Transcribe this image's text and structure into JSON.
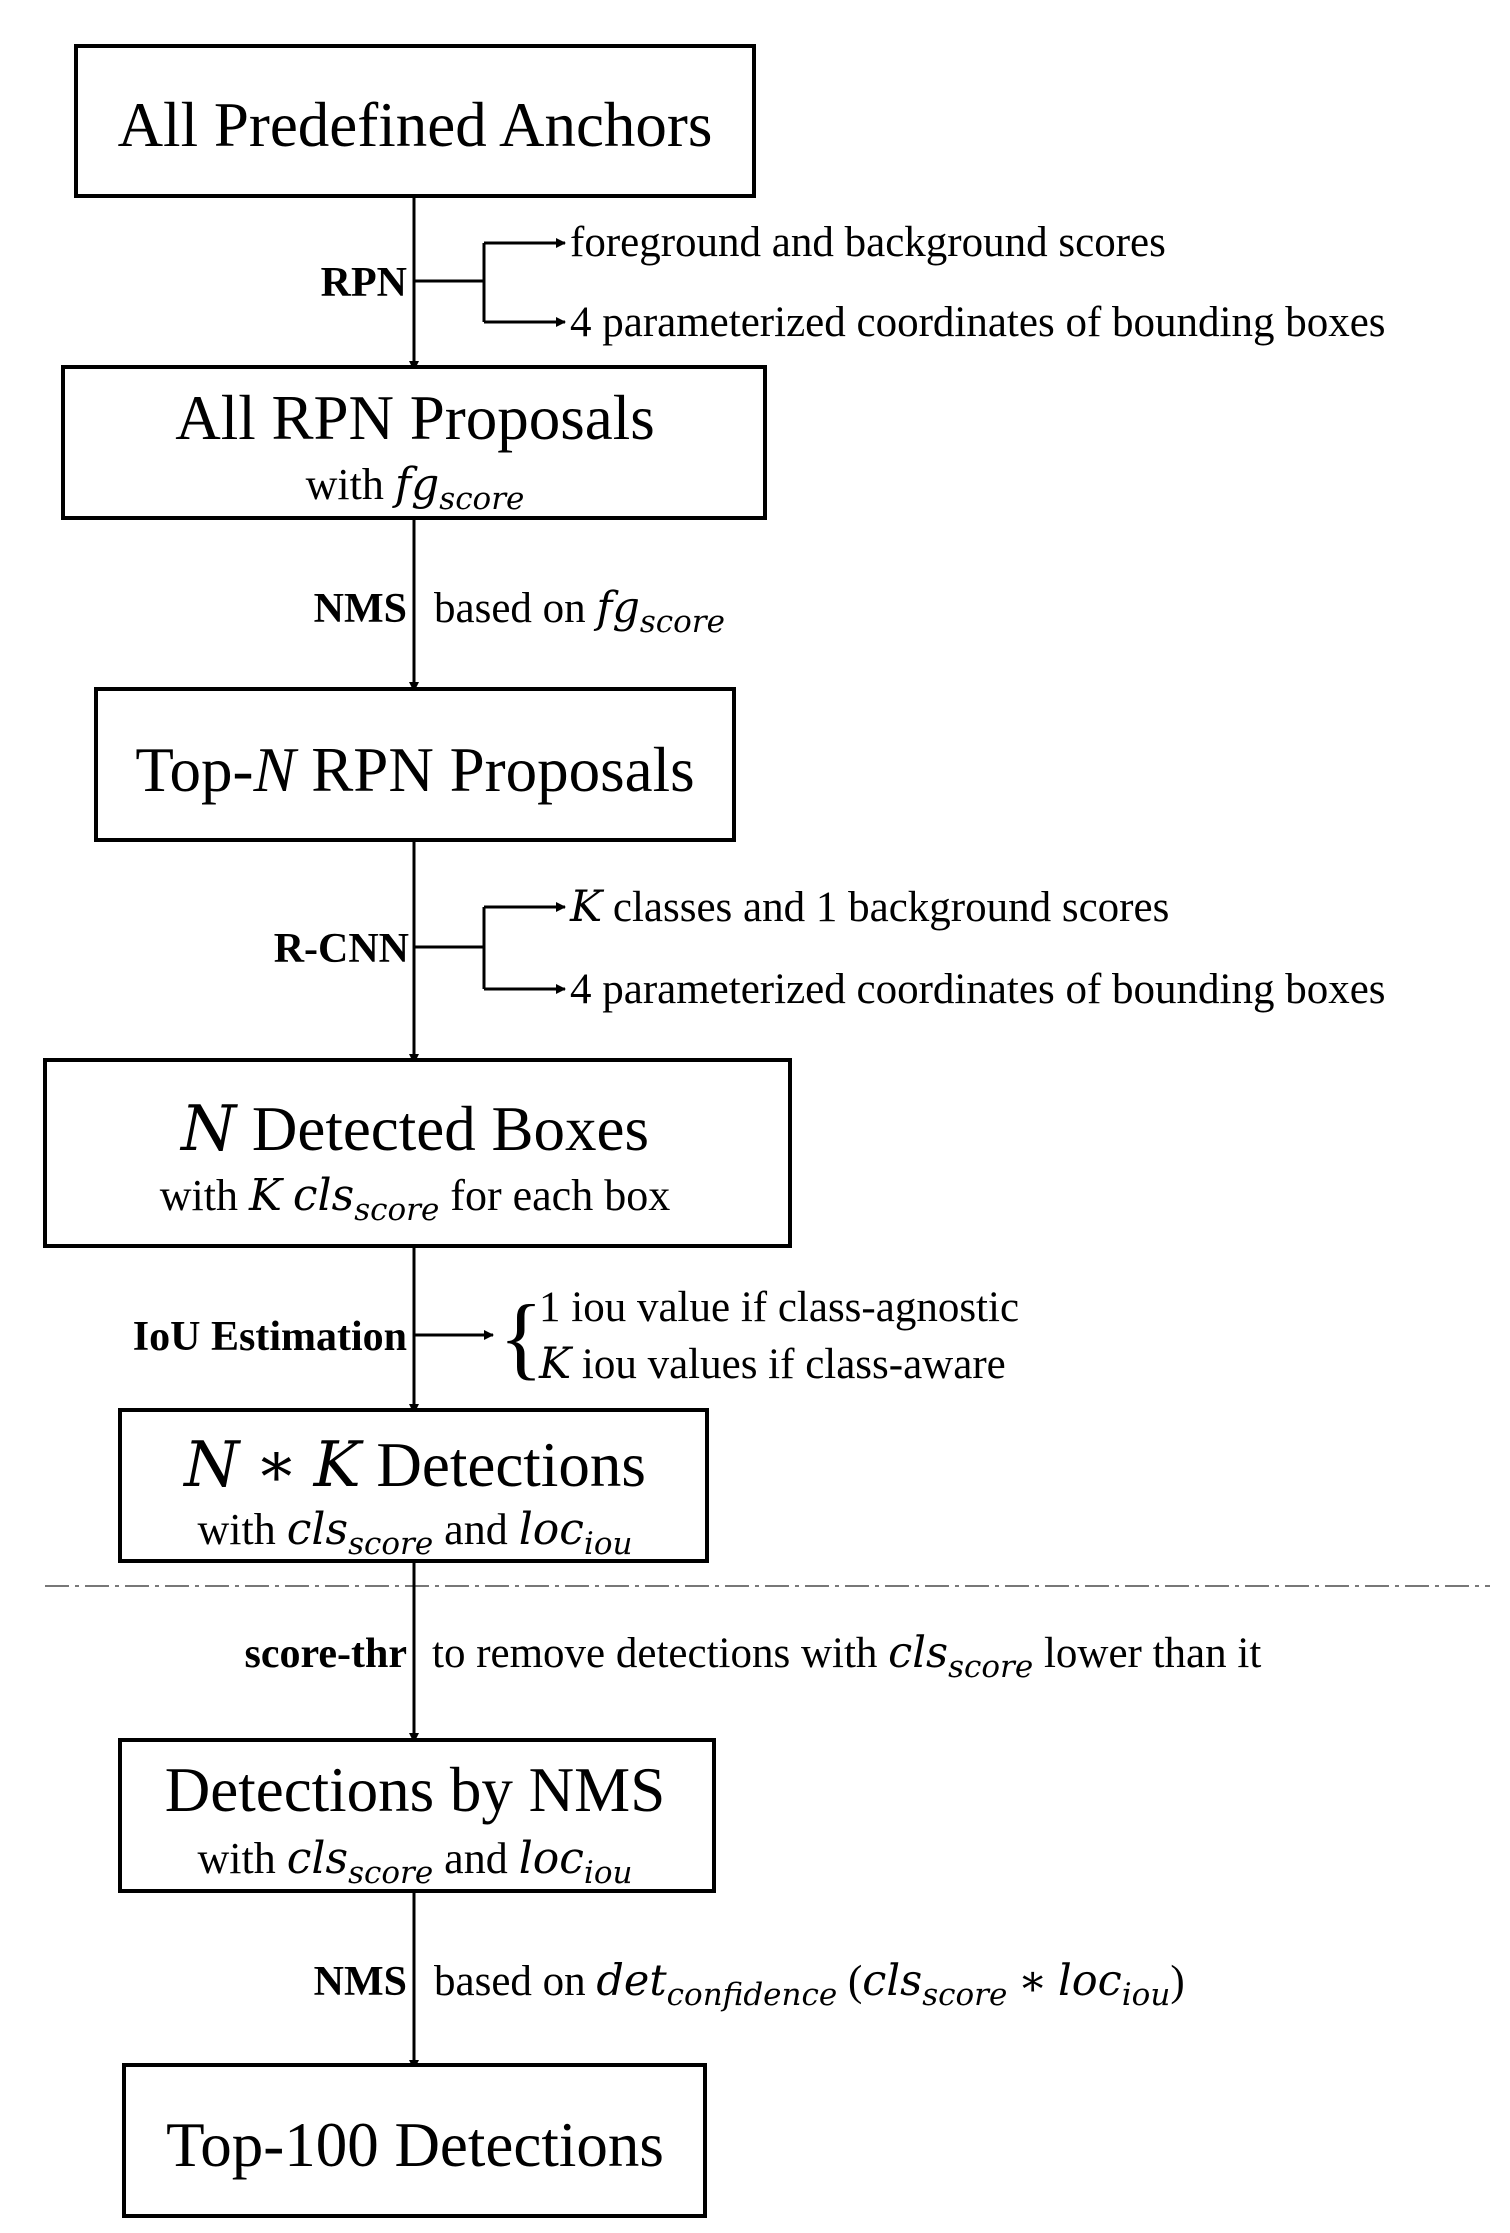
{
  "boxes": {
    "anchors": {
      "title": "All Predefined Anchors"
    },
    "rpn_proposals": {
      "title": "All RPN Proposals",
      "sub_prefix": "with ",
      "sub_math_base": "fg",
      "sub_math_sub": "score"
    },
    "topn": {
      "title_prefix": "Top-",
      "title_italic": "N",
      "title_suffix": " RPN Proposals"
    },
    "detected": {
      "title_italic": "N",
      "title_suffix": " Detected Boxes",
      "sub_prefix": "with ",
      "sub_k": "K",
      "sub_cls": "cls",
      "sub_cls_sub": "score",
      "sub_suffix": " for each box"
    },
    "nk": {
      "title_n": "N",
      "title_star": " ∗ ",
      "title_k": "K",
      "title_suffix": " Detections",
      "sub_prefix": "with ",
      "sub_cls": "cls",
      "sub_cls_sub": "score",
      "sub_and": " and ",
      "sub_loc": "loc",
      "sub_loc_sub": "iou"
    },
    "nms_det": {
      "title": "Detections by NMS",
      "sub_prefix": "with ",
      "sub_cls": "cls",
      "sub_cls_sub": "score",
      "sub_and": " and ",
      "sub_loc": "loc",
      "sub_loc_sub": "iou"
    },
    "top100": {
      "title": "Top-100 Detections"
    }
  },
  "edges": {
    "rpn": {
      "label": "RPN",
      "out1": "foreground and background scores",
      "out2": "4 parameterized coordinates of bounding boxes"
    },
    "nms1": {
      "label": "NMS",
      "text": "based on ",
      "math_base": "fg",
      "math_sub": "score"
    },
    "rcnn": {
      "label": "R-CNN",
      "out1_k": "K",
      "out1_rest": " classes and 1 background scores",
      "out2": "4 parameterized coordinates of bounding boxes"
    },
    "iou": {
      "label": "IoU Estimation",
      "opt1": "1 iou value  if class-agnostic",
      "opt2_k": "K",
      "opt2_rest": " iou values  if class-aware"
    },
    "score_thr": {
      "label": "score-thr",
      "text_prefix": "to remove detections with ",
      "cls": "cls",
      "cls_sub": "score",
      "text_suffix": " lower than it"
    },
    "nms2": {
      "label": "NMS",
      "text": "based on ",
      "det": "det",
      "det_sub": "confidence",
      "open_paren": " (",
      "cls": "cls",
      "cls_sub": "score",
      "star": " ∗ ",
      "loc": "loc",
      "loc_sub": "iou",
      "close_paren": ")"
    }
  }
}
